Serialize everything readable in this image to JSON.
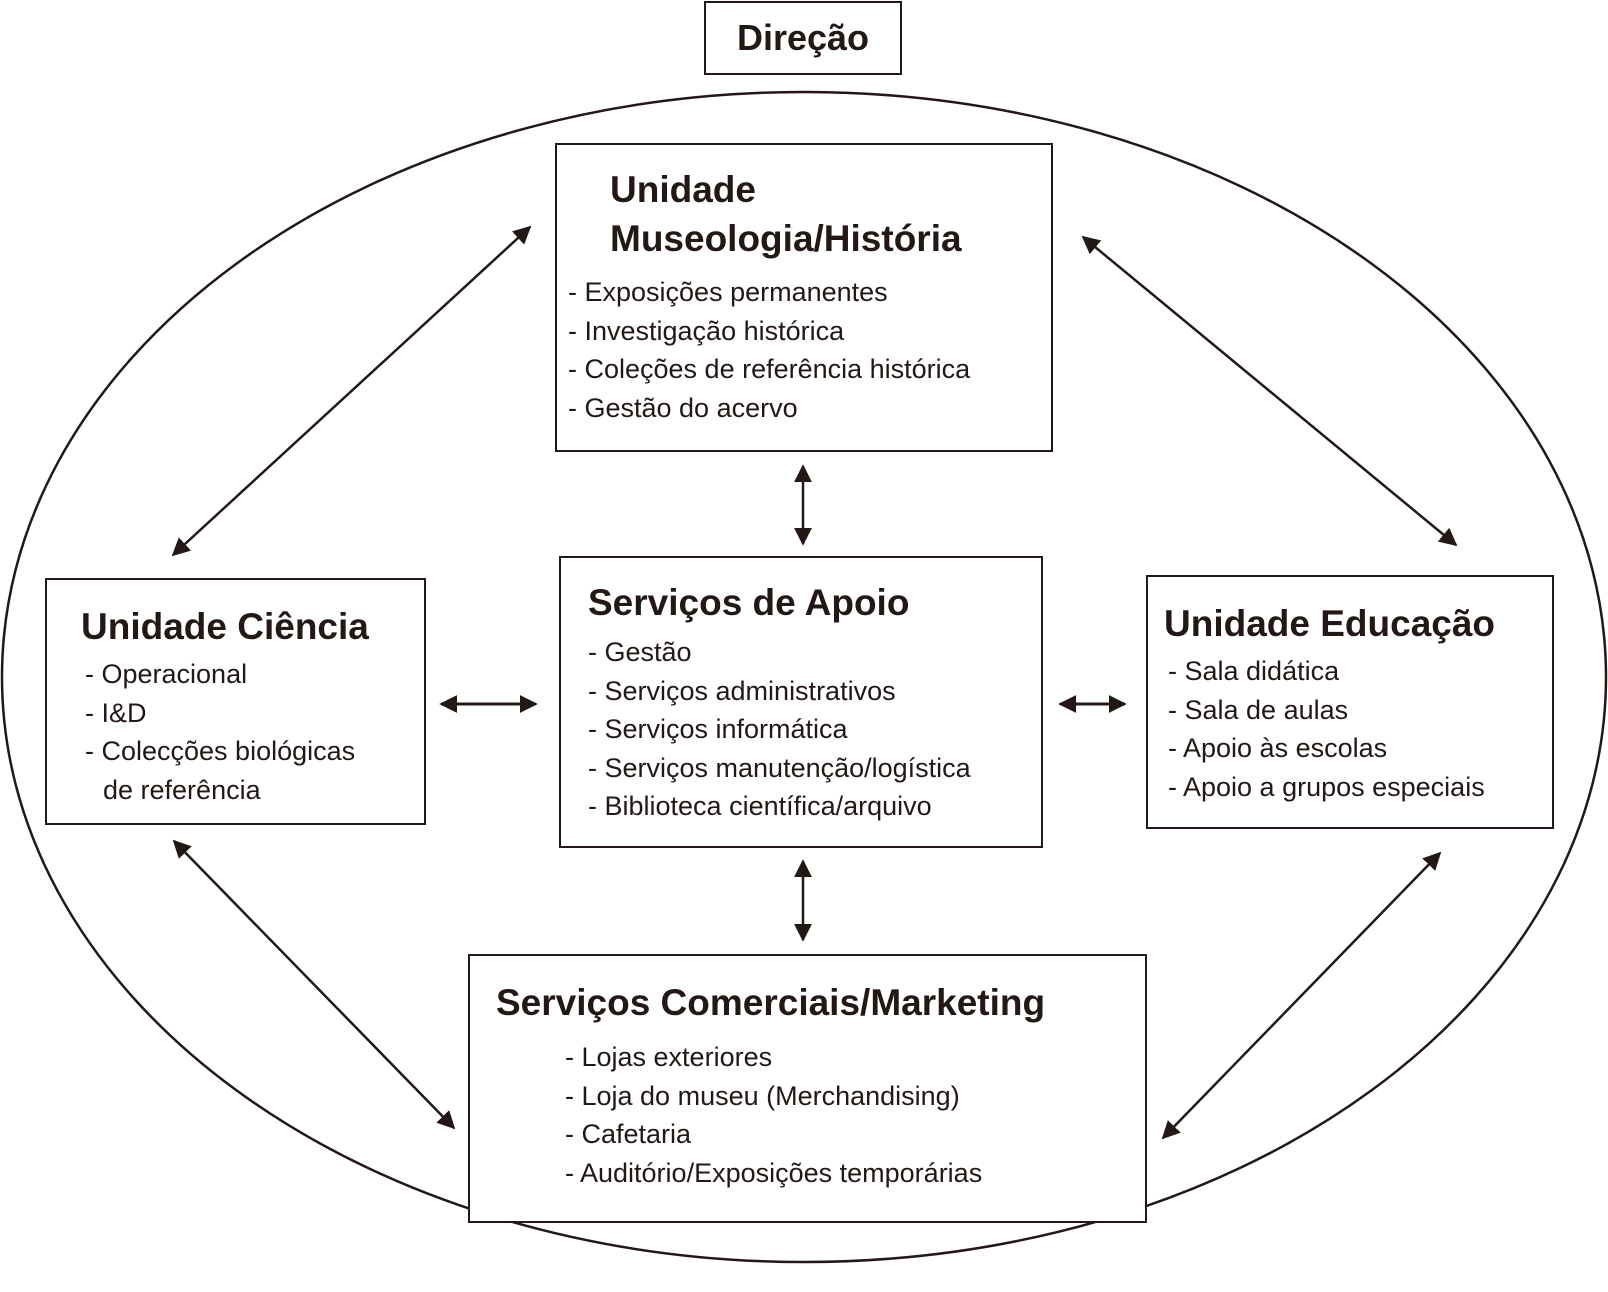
{
  "diagram": {
    "top_box": {
      "title": "Direção"
    },
    "boxes": {
      "museologia": {
        "title_line1": "Unidade",
        "title_line2": "Museologia/História",
        "items": [
          "- Exposições permanentes",
          "- Investigação histórica",
          "- Coleções de referência histórica",
          "- Gestão do acervo"
        ]
      },
      "ciencia": {
        "title": "Unidade Ciência",
        "items": [
          "- Operacional",
          "- I&D",
          "- Colecções biológicas",
          "de referência"
        ]
      },
      "apoio": {
        "title": "Serviços de Apoio",
        "items": [
          "- Gestão",
          "- Serviços administrativos",
          "- Serviços informática",
          "- Serviços manutenção/logística",
          "- Biblioteca científica/arquivo"
        ]
      },
      "educacao": {
        "title": "Unidade Educação",
        "items": [
          "- Sala didática",
          "- Sala de aulas",
          "- Apoio às escolas",
          "- Apoio a grupos especiais"
        ]
      },
      "comercial": {
        "title": "Serviços Comerciais/Marketing",
        "items": [
          "- Lojas exteriores",
          "- Loja do museu (Merchandising)",
          "- Cafetaria",
          "- Auditório/Exposições temporárias"
        ]
      }
    },
    "connections": [
      {
        "from": "museologia",
        "to": "ciencia",
        "type": "bidirectional"
      },
      {
        "from": "museologia",
        "to": "educacao",
        "type": "bidirectional"
      },
      {
        "from": "museologia",
        "to": "apoio",
        "type": "bidirectional"
      },
      {
        "from": "ciencia",
        "to": "apoio",
        "type": "bidirectional"
      },
      {
        "from": "apoio",
        "to": "educacao",
        "type": "bidirectional"
      },
      {
        "from": "apoio",
        "to": "comercial",
        "type": "bidirectional"
      },
      {
        "from": "ciencia",
        "to": "comercial",
        "type": "bidirectional"
      },
      {
        "from": "educacao",
        "to": "comercial",
        "type": "bidirectional"
      }
    ],
    "colors": {
      "stroke": "#231815",
      "background": "#ffffff"
    }
  }
}
